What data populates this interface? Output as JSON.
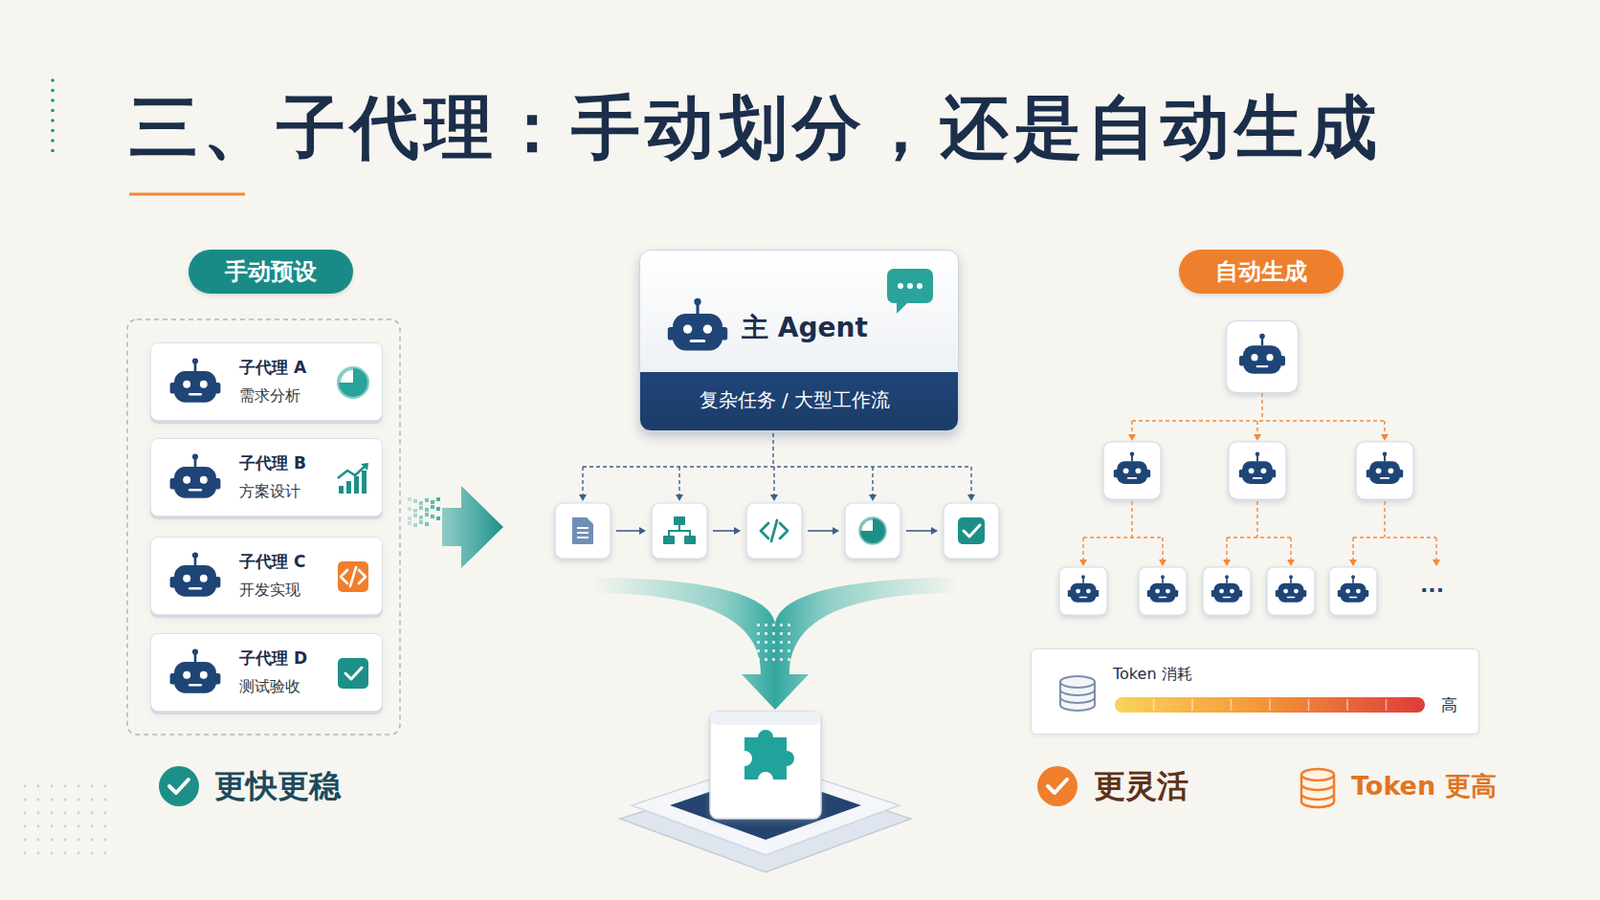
{
  "diagram": {
    "title": "三、子代理：手动划分，还是自动生成",
    "nodes": [
      {
        "text": [
          "手动预设"
        ]
      },
      {
        "text": [
          "子代理 A",
          "需求分析"
        ]
      },
      {
        "text": [
          "子代理 B",
          "方案设计"
        ]
      },
      {
        "text": [
          "子代理 C",
          "开发实现"
        ]
      },
      {
        "text": [
          "子代理 D",
          "测试验收"
        ]
      },
      {
        "text": [
          "主 Agent",
          "复杂任务 / 大型工作流"
        ]
      },
      {
        "text": [
          "自动生成"
        ]
      },
      {
        "text": [
          "Token 消耗",
          "高"
        ]
      }
    ],
    "labels": [
      "更快更稳",
      "更灵活",
      "Token 更高",
      "···"
    ]
  }
}
